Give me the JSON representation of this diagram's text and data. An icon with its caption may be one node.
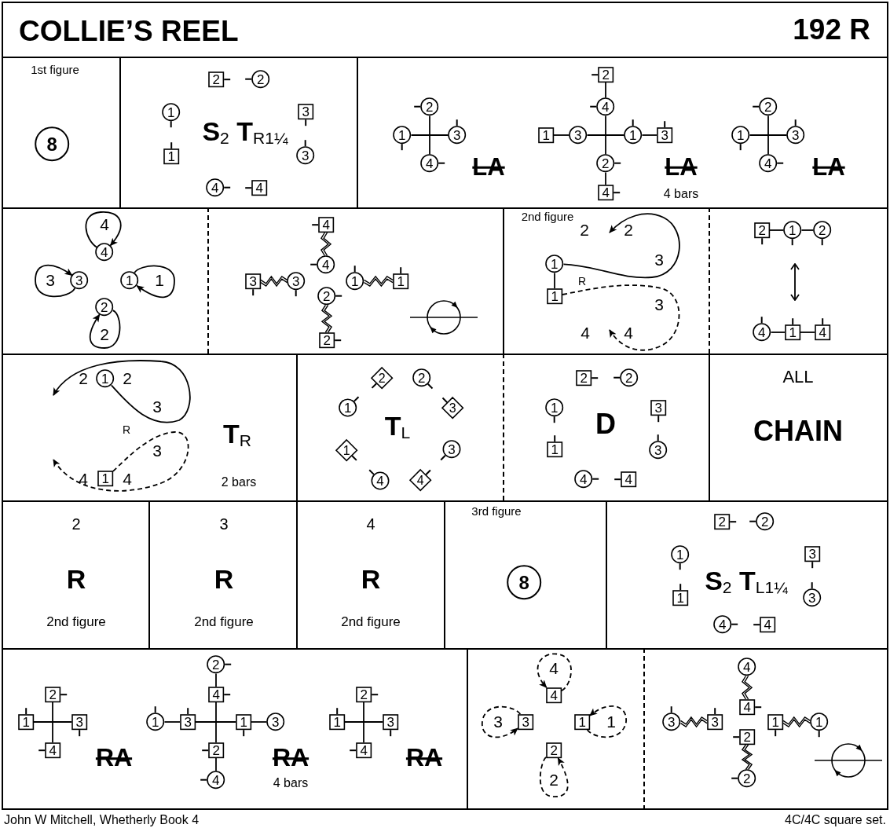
{
  "diagram": {
    "title": "COLLIE’S REEL",
    "caption": "John W Mitchell, Whetherly Book 4",
    "nodes": [
      {
        "text": [
          "1st figure"
        ]
      },
      {
        "text": [
          "8"
        ],
        "in": 0
      },
      {
        "text": [
          "**S**$_{2}$ **T**$_{R1¼}$"
        ]
      },
      {
        "text": [
          "2"
        ],
        "in": 2
      },
      {
        "text": [
          "2"
        ],
        "in": 2
      },
      {
        "text": [
          "1"
        ],
        "in": 2
      },
      {
        "text": [
          "3"
        ],
        "in": 2
      },
      {
        "text": [
          "1"
        ],
        "in": 2
      },
      {
        "text": [
          "3"
        ],
        "in": 2
      },
      {
        "text": [
          "4"
        ],
        "in": 2
      },
      {
        "text": [
          "4"
        ],
        "in": 2
      },
      {
        "text": [
          "LA",
          "LA",
          "LA",
          "4 bars"
        ]
      },
      {
        "text": [
          "2"
        ],
        "in": 11
      },
      {
        "text": [
          "1"
        ],
        "in": 11
      },
      {
        "text": [
          "3"
        ],
        "in": 11
      },
      {
        "text": [
          "4"
        ],
        "in": 11
      },
      {
        "text": [
          "2"
        ],
        "in": 11
      },
      {
        "text": [
          "4"
        ],
        "in": 11
      },
      {
        "text": [
          "1"
        ],
        "in": 11
      },
      {
        "text": [
          "3"
        ],
        "in": 11
      },
      {
        "text": [
          "1"
        ],
        "in": 11
      },
      {
        "text": [
          "3"
        ],
        "in": 11
      },
      {
        "text": [
          "2"
        ],
        "in": 11
      },
      {
        "text": [
          "4"
        ],
        "in": 11
      },
      {
        "text": [
          "2"
        ],
        "in": 11
      },
      {
        "text": [
          "1"
        ],
        "in": 11
      },
      {
        "text": [
          "3"
        ],
        "in": 11
      },
      {
        "text": [
          "4"
        ],
        "in": 11
      },
      {
        "text": [
          "4",
          "3",
          "1",
          "2"
        ]
      },
      {
        "text": [
          "4"
        ],
        "in": 28
      },
      {
        "text": [
          "3"
        ],
        "in": 28
      },
      {
        "text": [
          "1"
        ],
        "in": 28
      },
      {
        "text": [
          "2"
        ],
        "in": 28
      },
      {
        "text": [],
        "shape": "box"
      },
      {
        "text": [
          "4"
        ],
        "in": 33
      },
      {
        "text": [
          "4"
        ],
        "in": 33
      },
      {
        "text": [
          "3"
        ],
        "in": 33
      },
      {
        "text": [
          "3"
        ],
        "in": 33
      },
      {
        "text": [
          "1"
        ],
        "in": 33
      },
      {
        "text": [
          "1"
        ],
        "in": 33
      },
      {
        "text": [
          "2"
        ],
        "in": 33
      },
      {
        "text": [
          "2"
        ],
        "in": 33
      },
      {
        "text": [
          "2nd figure",
          "2",
          "2",
          "3",
          "R",
          "3",
          "4",
          "4"
        ]
      },
      {
        "text": [
          "1"
        ],
        "in": 42
      },
      {
        "text": [
          "1"
        ],
        "in": 42
      },
      {
        "text": [],
        "shape": "box"
      },
      {
        "text": [
          "2"
        ],
        "in": 45
      },
      {
        "text": [
          "1"
        ],
        "in": 45
      },
      {
        "text": [
          "2"
        ],
        "in": 45
      },
      {
        "text": [
          "4"
        ],
        "in": 45
      },
      {
        "text": [
          "1"
        ],
        "in": 45
      },
      {
        "text": [
          "4"
        ],
        "in": 45
      },
      {
        "text": [
          "2",
          "2",
          "3",
          "R",
          "**T**$_{R}$",
          "3",
          "4",
          "4",
          "2 bars"
        ]
      },
      {
        "text": [
          "1"
        ],
        "in": 52
      },
      {
        "text": [
          "1"
        ],
        "in": 52
      },
      {
        "text": [
          "**T**$_{L}$"
        ]
      },
      {
        "text": [
          "2"
        ],
        "in": 55
      },
      {
        "text": [
          "2"
        ],
        "in": 55
      },
      {
        "text": [
          "1"
        ],
        "in": 55
      },
      {
        "text": [
          "3"
        ],
        "in": 55
      },
      {
        "text": [
          "1"
        ],
        "in": 55
      },
      {
        "text": [
          "3"
        ],
        "in": 55
      },
      {
        "text": [
          "4"
        ],
        "in": 55
      },
      {
        "text": [
          "4"
        ],
        "in": 55
      },
      {
        "text": [
          "D"
        ]
      },
      {
        "text": [
          "2"
        ],
        "in": 64
      },
      {
        "text": [
          "2"
        ],
        "in": 64
      },
      {
        "text": [
          "1"
        ],
        "in": 64
      },
      {
        "text": [
          "3"
        ],
        "in": 64
      },
      {
        "text": [
          "1"
        ],
        "in": 64
      },
      {
        "text": [
          "3"
        ],
        "in": 64
      },
      {
        "text": [
          "4"
        ],
        "in": 64
      },
      {
        "text": [
          "4"
        ],
        "in": 64
      },
      {
        "text": [
          "ALL",
          "CHAIN"
        ]
      },
      {
        "text": [
          "2",
          "R",
          "2nd figure"
        ]
      },
      {
        "text": [
          "3",
          "R",
          "2nd figure"
        ]
      },
      {
        "text": [
          "4",
          "R",
          "2nd figure"
        ]
      },
      {
        "text": [
          "3rd figure"
        ]
      },
      {
        "text": [
          "8"
        ],
        "in": 77
      },
      {
        "text": [
          "**S**$_{2}$ **T**$_{L1¼}$"
        ]
      },
      {
        "text": [
          "2"
        ],
        "in": 79
      },
      {
        "text": [
          "2"
        ],
        "in": 79
      },
      {
        "text": [
          "1"
        ],
        "in": 79
      },
      {
        "text": [
          "3"
        ],
        "in": 79
      },
      {
        "text": [
          "1"
        ],
        "in": 79
      },
      {
        "text": [
          "3"
        ],
        "in": 79
      },
      {
        "text": [
          "4"
        ],
        "in": 79
      },
      {
        "text": [
          "4"
        ],
        "in": 79
      },
      {
        "text": [
          "RA",
          "RA",
          "RA",
          "4 bars"
        ]
      },
      {
        "text": [
          "2"
        ],
        "in": 88
      },
      {
        "text": [
          "1"
        ],
        "in": 88
      },
      {
        "text": [
          "3"
        ],
        "in": 88
      },
      {
        "text": [
          "4"
        ],
        "in": 88
      },
      {
        "text": [
          "2"
        ],
        "in": 88
      },
      {
        "text": [
          "4"
        ],
        "in": 88
      },
      {
        "text": [
          "1"
        ],
        "in": 88
      },
      {
        "text": [
          "3"
        ],
        "in": 88
      },
      {
        "text": [
          "1"
        ],
        "in": 88
      },
      {
        "text": [
          "3"
        ],
        "in": 88
      },
      {
        "text": [
          "2"
        ],
        "in": 88
      },
      {
        "text": [
          "4"
        ],
        "in": 88
      },
      {
        "text": [
          "2"
        ],
        "in": 88
      },
      {
        "text": [
          "1"
        ],
        "in": 88
      },
      {
        "text": [
          "3"
        ],
        "in": 88
      },
      {
        "text": [
          "4"
        ],
        "in": 88
      },
      {
        "text": [
          "4",
          "3",
          "1",
          "2"
        ]
      },
      {
        "text": [
          "4"
        ],
        "in": 105
      },
      {
        "text": [
          "3"
        ],
        "in": 105
      },
      {
        "text": [
          "1"
        ],
        "in": 105
      },
      {
        "text": [
          "2"
        ],
        "in": 105
      },
      {
        "text": [],
        "shape": "box"
      },
      {
        "text": [
          "4"
        ],
        "in": 110
      },
      {
        "text": [
          "4"
        ],
        "in": 110
      },
      {
        "text": [
          "3"
        ],
        "in": 110
      },
      {
        "text": [
          "3"
        ],
        "in": 110
      },
      {
        "text": [
          "1"
        ],
        "in": 110
      },
      {
        "text": [
          "1"
        ],
        "in": 110
      },
      {
        "text": [
          "2"
        ],
        "in": 110
      },
      {
        "text": [
          "2"
        ],
        "in": 110
      }
    ],
    "edges": [
      {
        "from": 13,
        "to": 14,
        "arrow": "none"
      },
      {
        "from": 12,
        "to": 15,
        "arrow": "none"
      },
      {
        "from": 16,
        "to": 17,
        "arrow": "none"
      },
      {
        "from": 17,
        "to": 22,
        "arrow": "none"
      },
      {
        "from": 22,
        "to": 23,
        "arrow": "none"
      },
      {
        "from": 18,
        "to": 19,
        "arrow": "none"
      },
      {
        "from": 19,
        "to": 20,
        "arrow": "none"
      },
      {
        "from": 20,
        "to": 21,
        "arrow": "none"
      },
      {
        "from": 25,
        "to": 26,
        "arrow": "none"
      },
      {
        "from": 24,
        "to": 27,
        "arrow": "none"
      },
      {
        "from": 29,
        "to": 29,
        "arrow": "to"
      },
      {
        "from": 30,
        "to": 30,
        "arrow": "to"
      },
      {
        "from": 31,
        "to": 31,
        "arrow": "to"
      },
      {
        "from": 32,
        "to": 32,
        "arrow": "to"
      },
      {
        "from": 34,
        "to": 35,
        "arrow": "none"
      },
      {
        "from": 36,
        "to": 37,
        "arrow": "none"
      },
      {
        "from": 38,
        "to": 39,
        "arrow": "none"
      },
      {
        "from": 40,
        "to": 41,
        "arrow": "none"
      },
      {
        "from": 43,
        "to": 44,
        "arrow": "none"
      },
      {
        "from": 43,
        "to": null,
        "arrow": "to"
      },
      {
        "from": 44,
        "to": null,
        "arrow": "to",
        "style": "dashed"
      },
      {
        "from": 46,
        "to": 47,
        "arrow": "none"
      },
      {
        "from": 47,
        "to": 48,
        "arrow": "none"
      },
      {
        "from": 49,
        "to": 50,
        "arrow": "none"
      },
      {
        "from": 50,
        "to": 51,
        "arrow": "none"
      },
      {
        "from": 53,
        "to": null,
        "arrow": "to"
      },
      {
        "from": 54,
        "to": null,
        "arrow": "to",
        "style": "dashed"
      },
      {
        "from": 89,
        "to": 92,
        "arrow": "none"
      },
      {
        "from": 90,
        "to": 91,
        "arrow": "none"
      },
      {
        "from": 93,
        "to": 94,
        "arrow": "none"
      },
      {
        "from": 94,
        "to": 99,
        "arrow": "none"
      },
      {
        "from": 99,
        "to": 100,
        "arrow": "none"
      },
      {
        "from": 95,
        "to": 96,
        "arrow": "none"
      },
      {
        "from": 96,
        "to": 97,
        "arrow": "none"
      },
      {
        "from": 97,
        "to": 98,
        "arrow": "none"
      },
      {
        "from": 101,
        "to": 104,
        "arrow": "none"
      },
      {
        "from": 102,
        "to": 103,
        "arrow": "none"
      },
      {
        "from": 106,
        "to": 106,
        "arrow": "to",
        "style": "dashed"
      },
      {
        "from": 107,
        "to": 107,
        "arrow": "to",
        "style": "dashed"
      },
      {
        "from": 108,
        "to": 108,
        "arrow": "to",
        "style": "dashed"
      },
      {
        "from": 109,
        "to": 109,
        "arrow": "to",
        "style": "dashed"
      },
      {
        "from": 111,
        "to": 112,
        "arrow": "none"
      },
      {
        "from": 113,
        "to": 114,
        "arrow": "none"
      },
      {
        "from": 115,
        "to": 116,
        "arrow": "none"
      },
      {
        "from": 117,
        "to": 118,
        "arrow": "none"
      }
    ],
    "labels": [
      "192 R",
      "4C/4C square set."
    ]
  }
}
